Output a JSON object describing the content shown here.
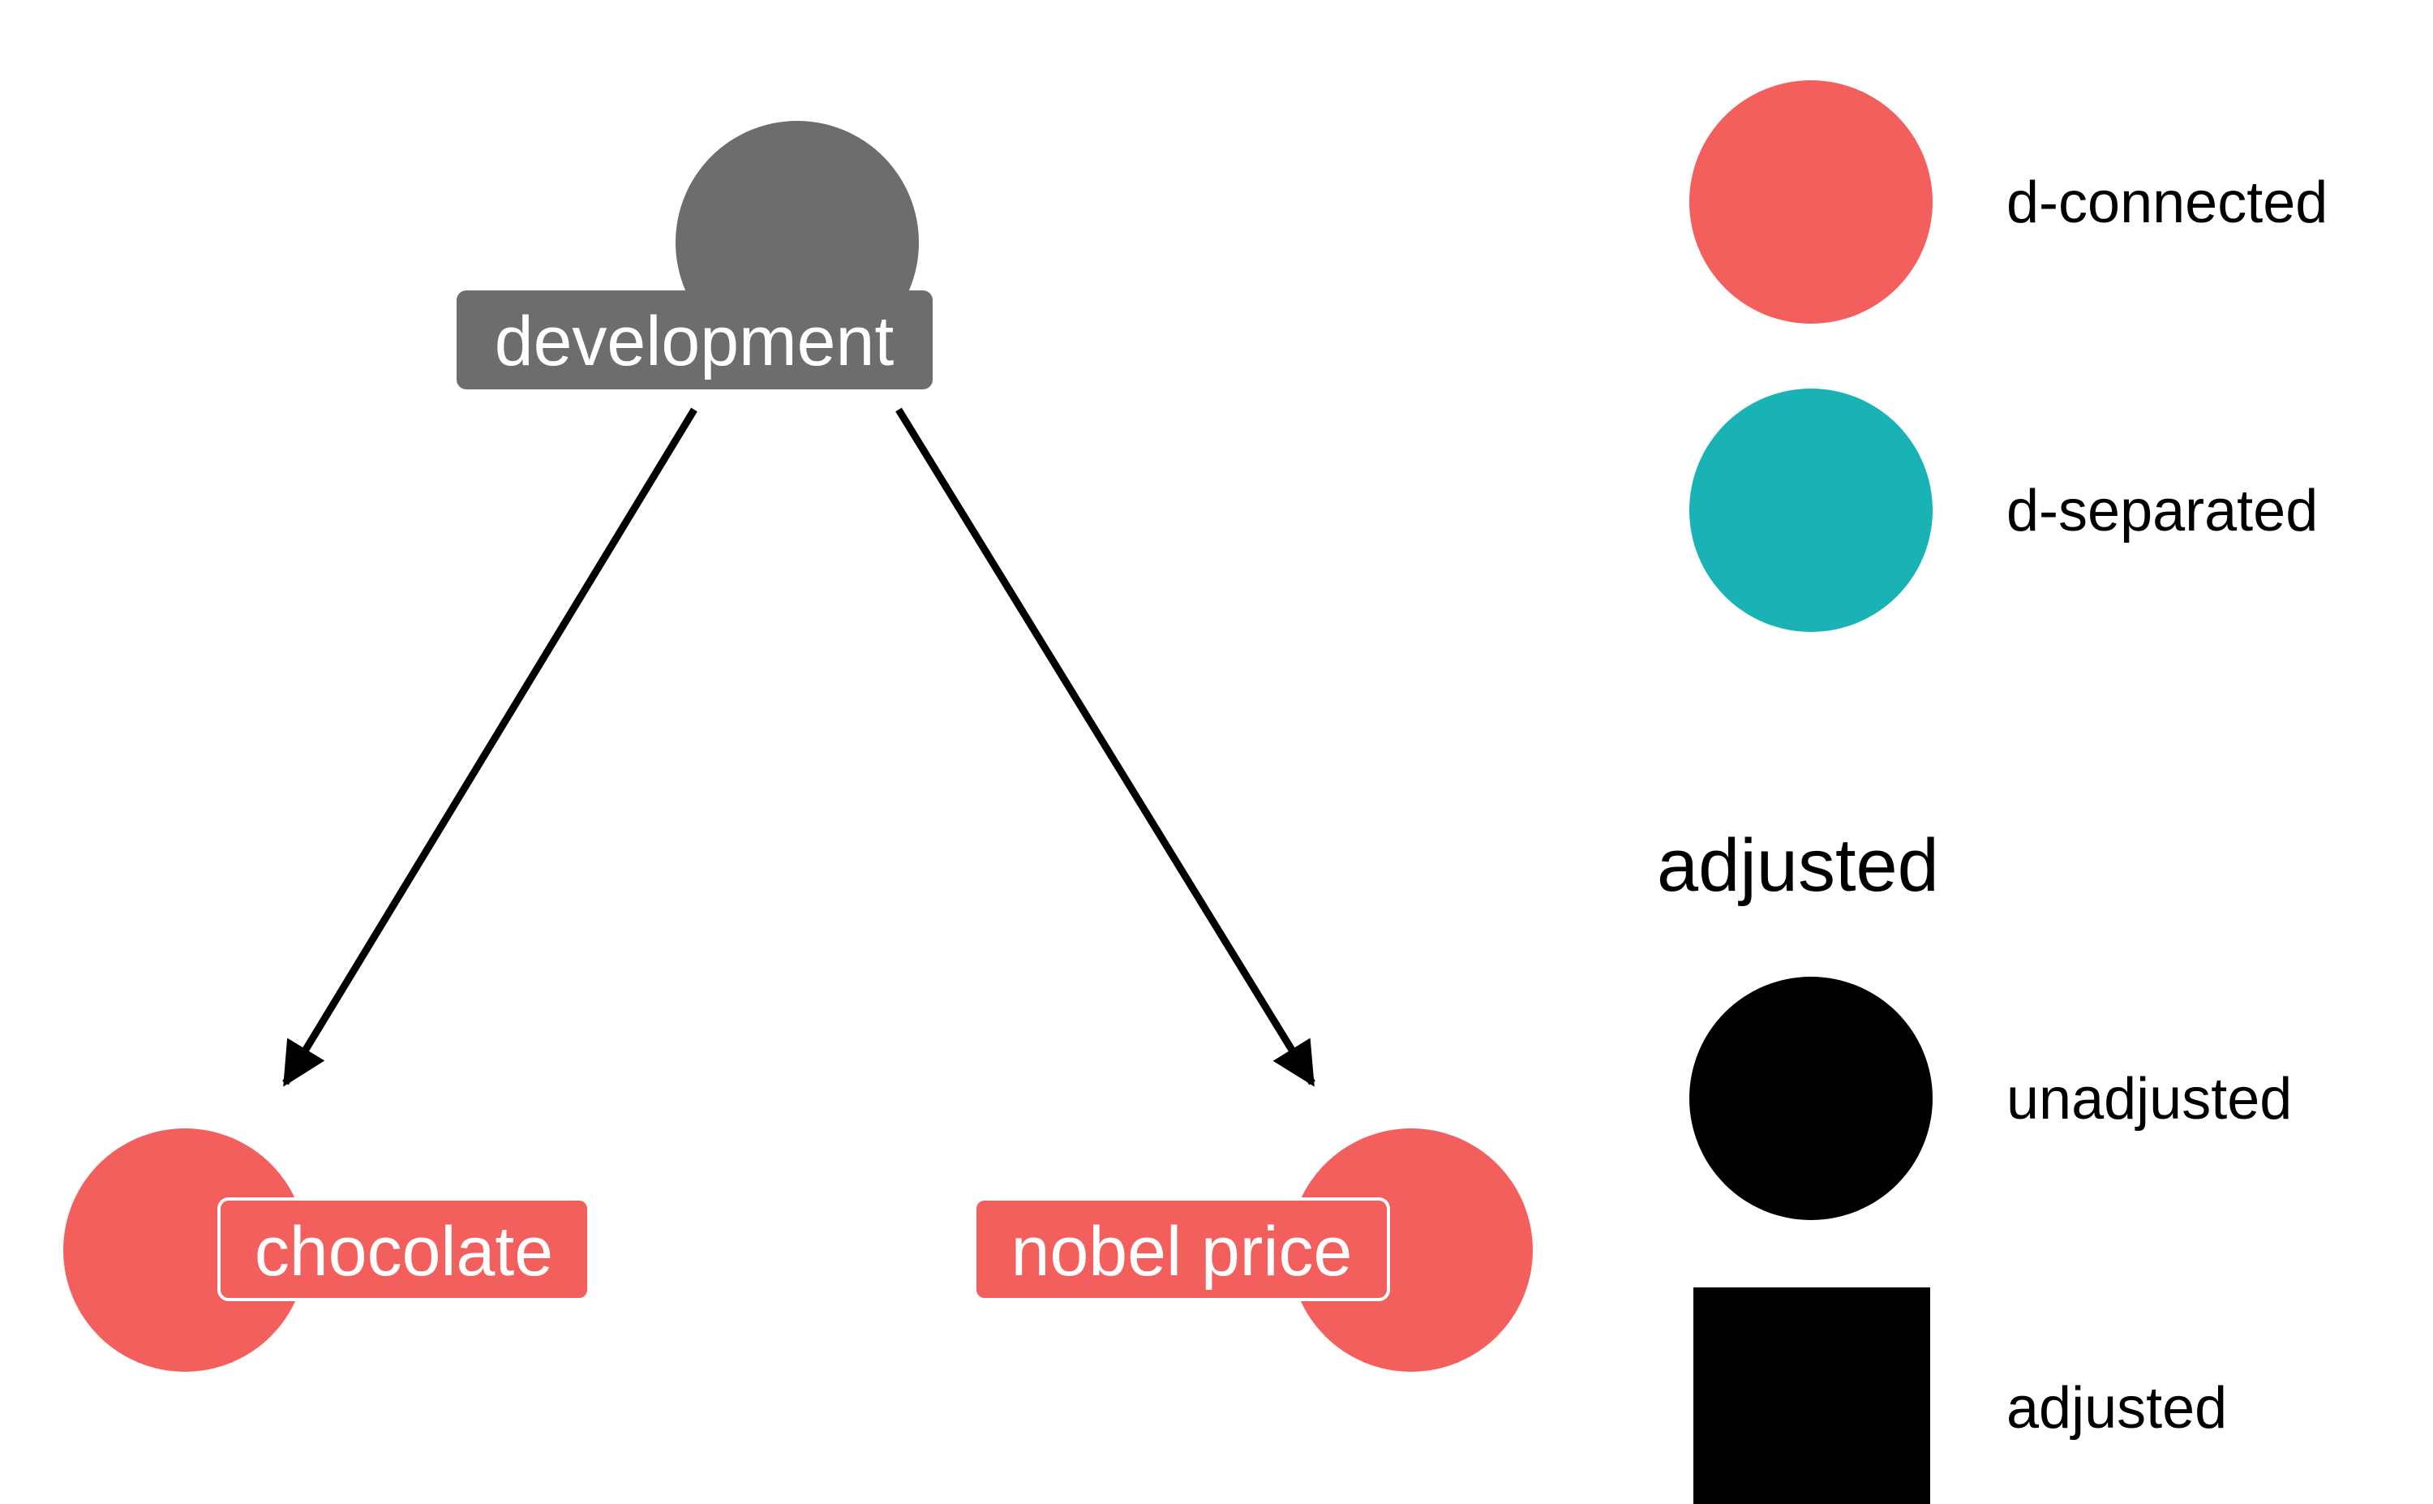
{
  "colors": {
    "d_connected": "#F35F5C",
    "d_separated": "#1AB3B5",
    "exposure_node": "#6D6D6D",
    "edge": "#000000",
    "label_text": "#FFFFFF",
    "label_border": "#FFFFFF"
  },
  "nodes": [
    {
      "id": "development",
      "label": "development",
      "status": "exposure"
    },
    {
      "id": "chocolate",
      "label": "chocolate",
      "status": "d-connected"
    },
    {
      "id": "nobel",
      "label": "nobel price",
      "status": "d-connected"
    }
  ],
  "edges": [
    {
      "from": "development",
      "to": "chocolate"
    },
    {
      "from": "development",
      "to": "nobel"
    }
  ],
  "legend": {
    "d_relationship": {
      "items": [
        {
          "label": "d-connected",
          "color": "#F35F5C",
          "shape": "circle"
        },
        {
          "label": "d-separated",
          "color": "#1AB3B5",
          "shape": "circle"
        }
      ]
    },
    "adjusted": {
      "title": "adjusted",
      "items": [
        {
          "label": "unadjusted",
          "shape": "circle"
        },
        {
          "label": "adjusted",
          "shape": "square"
        }
      ]
    }
  }
}
